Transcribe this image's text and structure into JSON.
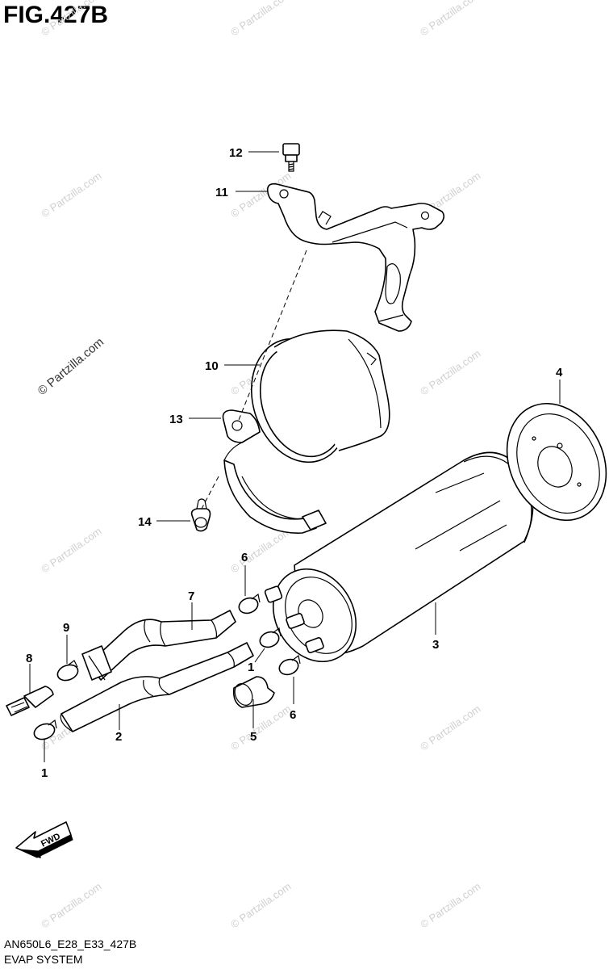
{
  "figure": {
    "title": "FIG.427B",
    "code": "AN650L6_E28_E33_427B",
    "name": "EVAP SYSTEM"
  },
  "watermark": {
    "text": "© Partzilla.com"
  },
  "fwd_label": "FWD",
  "callouts": [
    {
      "id": "c12",
      "label": "12"
    },
    {
      "id": "c11",
      "label": "11"
    },
    {
      "id": "c10",
      "label": "10"
    },
    {
      "id": "c13",
      "label": "13"
    },
    {
      "id": "c14",
      "label": "14"
    },
    {
      "id": "c4",
      "label": "4"
    },
    {
      "id": "c6a",
      "label": "6"
    },
    {
      "id": "c7",
      "label": "7"
    },
    {
      "id": "c9",
      "label": "9"
    },
    {
      "id": "c8",
      "label": "8"
    },
    {
      "id": "c1a",
      "label": "1"
    },
    {
      "id": "c2",
      "label": "2"
    },
    {
      "id": "c1b",
      "label": "1"
    },
    {
      "id": "c5",
      "label": "5"
    },
    {
      "id": "c6b",
      "label": "6"
    },
    {
      "id": "c3",
      "label": "3"
    }
  ]
}
